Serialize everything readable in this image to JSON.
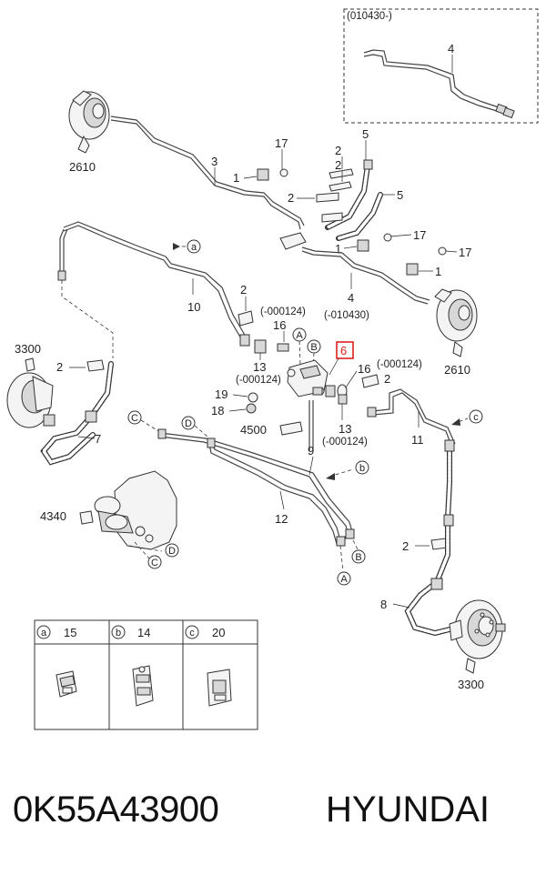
{
  "inset": {
    "label": "(010430-)",
    "part": "4"
  },
  "callouts": {
    "c2610_top": "2610",
    "c3": "3",
    "c17_a": "17",
    "c1_a": "1",
    "c2_a": "2",
    "c2_b": "2",
    "c5_a": "5",
    "c5_b": "5",
    "c2_c": "2",
    "c1_b": "1",
    "c17_b": "17",
    "c17_c": "17",
    "c1_c": "1",
    "c4": "4",
    "c4_date": "(-010430)",
    "c10": "10",
    "c2_d": "2",
    "c000124_a": "(-000124)",
    "c16_a": "16",
    "c13_a": "13",
    "c000124_b": "(-000124)",
    "c6": "6",
    "c16_b": "16",
    "c000124_c": "(-000124)",
    "c2_e": "2",
    "c19": "19",
    "c18": "18",
    "c4500": "4500",
    "c13_b": "13",
    "c000124_d": "(-000124)",
    "c11": "11",
    "c3300_l": "3300",
    "c2_f": "2",
    "c7": "7",
    "c9": "9",
    "c12": "12",
    "c4340": "4340",
    "c2_g": "2",
    "c8": "8",
    "c3300_r": "3300",
    "c2610_r": "2610"
  },
  "markers": {
    "a": "a",
    "b": "b",
    "c": "c",
    "A": "A",
    "B": "B",
    "C": "C",
    "D": "D"
  },
  "legend": [
    {
      "marker": "a",
      "part": "15"
    },
    {
      "marker": "b",
      "part": "14"
    },
    {
      "marker": "c",
      "part": "20"
    }
  ],
  "footer": {
    "part_number": "0K55A43900",
    "brand": "HYUNDAI"
  },
  "highlight_color": "#e02020"
}
